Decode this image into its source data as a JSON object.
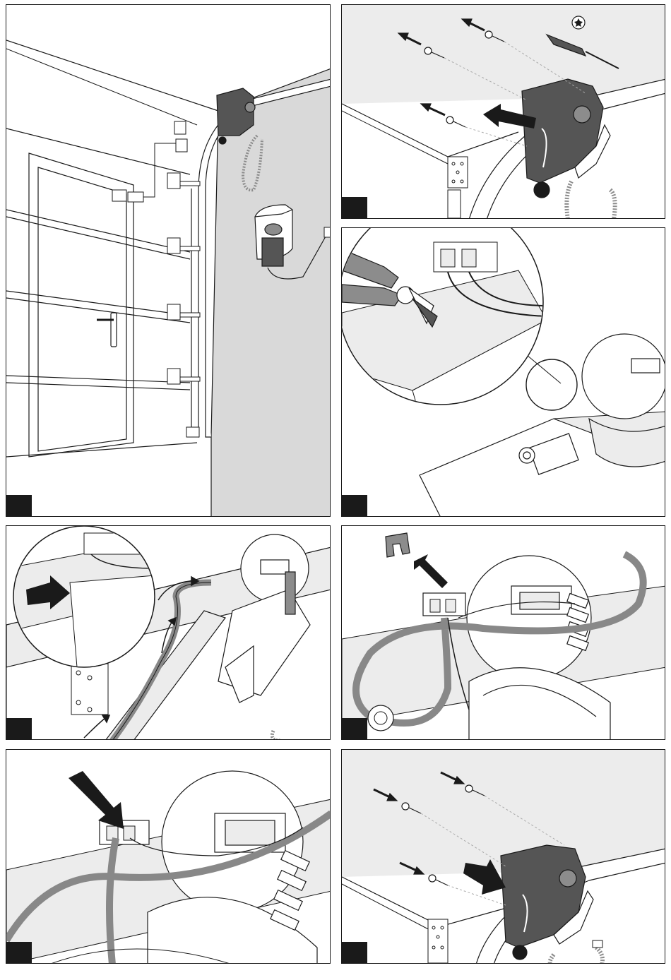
{
  "figure": {
    "panels": [
      {
        "name": "garage-overview"
      },
      {
        "name": "remove-cover-screws"
      },
      {
        "name": "cut-cable-tie"
      },
      {
        "name": "route-cable"
      },
      {
        "name": "remove-clip"
      },
      {
        "name": "insert-cable"
      },
      {
        "name": "refit-cover"
      }
    ]
  },
  "colors": {
    "line": "#1a1a1a",
    "dark_unit": "#555555",
    "mid_gray": "#8c8c8c",
    "wall_gray": "#d9d9d9",
    "light_gray": "#ececec",
    "cable_gray": "#888888"
  },
  "icons": {
    "arrow": "arrow-icon",
    "screw": "screw-icon",
    "screwdriver": "torx-screwdriver-icon",
    "torx": "torx-icon",
    "pliers": "cutting-pliers-icon"
  }
}
